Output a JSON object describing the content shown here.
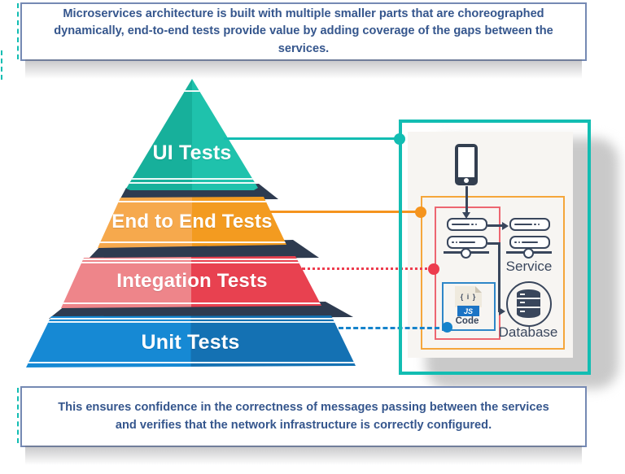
{
  "top_box": {
    "text": "Microservices architecture is built with multiple smaller parts that are choreographed dynamically, end-to-end tests provide value by adding coverage  of the gaps between the services."
  },
  "bottom_box": {
    "text": "This ensures confidence in the correctness of messages passing between the services and verifies that the network infrastructure is correctly configured."
  },
  "pyramid": {
    "levels": [
      {
        "label": "UI Tests",
        "color_left": "#17b09b",
        "color_right": "#1fc2ac",
        "connector": {
          "color": "#12bdb2",
          "style": "solid"
        }
      },
      {
        "label": "End to End Tests",
        "color_left": "#f6a94d",
        "color_right": "#f39b20",
        "connector": {
          "color": "#f5941e",
          "style": "solid"
        }
      },
      {
        "label": "Integation Tests",
        "color_left": "#ee858a",
        "color_right": "#e84150",
        "connector": {
          "color": "#ed3c4e",
          "style": "dotted"
        }
      },
      {
        "label": "Unit Tests",
        "color_left": "#1689d4",
        "color_right": "#1471b3",
        "connector": {
          "color": "#1583cb",
          "style": "dashed"
        }
      }
    ],
    "shadow_color": "#2e3b50"
  },
  "diagram": {
    "service_label": "Service",
    "database_label": "Database",
    "code_box": {
      "file_glyph": "{ i }",
      "badge": "JS",
      "label": "Code"
    },
    "icons": {
      "phone": "smartphone-icon",
      "server": "server-rack-icon",
      "node": "network-node-icon",
      "database": "database-cylinder-icon",
      "code_file": "js-code-file-icon"
    },
    "frame_colors": {
      "outer": "#12bdb2",
      "middle": "#f5a63b",
      "inner": "#ed6671",
      "code": "#2e86c8"
    }
  },
  "style_colors": {
    "box_border": "#7589b3",
    "box_text": "#35568d",
    "icon_stroke": "#39465c",
    "paper": "#f7f5f2"
  }
}
